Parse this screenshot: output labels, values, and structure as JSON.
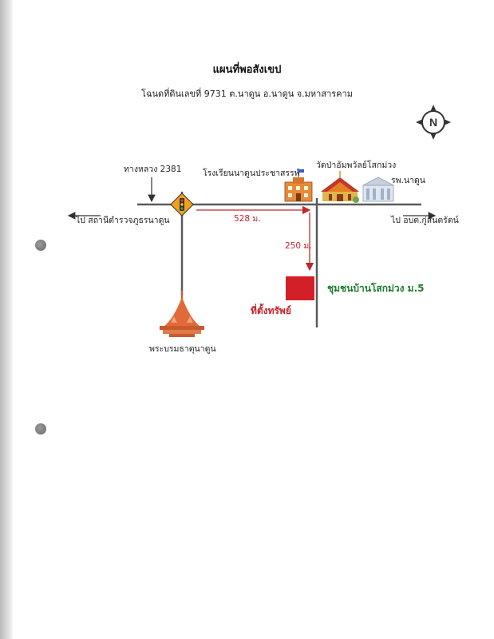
{
  "title": "แผนที่พอสังเขป",
  "subtitle": "โฉนดที่ดินเลขที่ 9731 ต.นาดูน อ.นาดูน จ.มหาสารคาม",
  "compass": {
    "letter": "N",
    "icon": "north-arrow-compass-icon"
  },
  "labels": {
    "highway": "ทางหลวง 2381",
    "school": "โรงเรียนนาดูนประชาสรรพ์",
    "temple": "วัดป่าอัมพวัลย์โสกม่วง",
    "hospital": "รพ.นาดูน",
    "to_police": "ไป  สถานีตำรวจภูธรนาดูน",
    "to_sao": "ไป  อบต.กู่สันตรัตน์",
    "dist_528": "528 ม.",
    "dist_250": "250 ม.",
    "community": "ชุมชนบ้านโสกม่วง ม.5",
    "property": "ที่ตั้งทรัพย์",
    "stupa": "พระบรมธาตุนาดูน"
  },
  "colors": {
    "road": "#5a5a5a",
    "route": "#c0262d",
    "property": "#d31f28",
    "community": "#1e7a2e",
    "signal_sign": "#f0a21c"
  }
}
